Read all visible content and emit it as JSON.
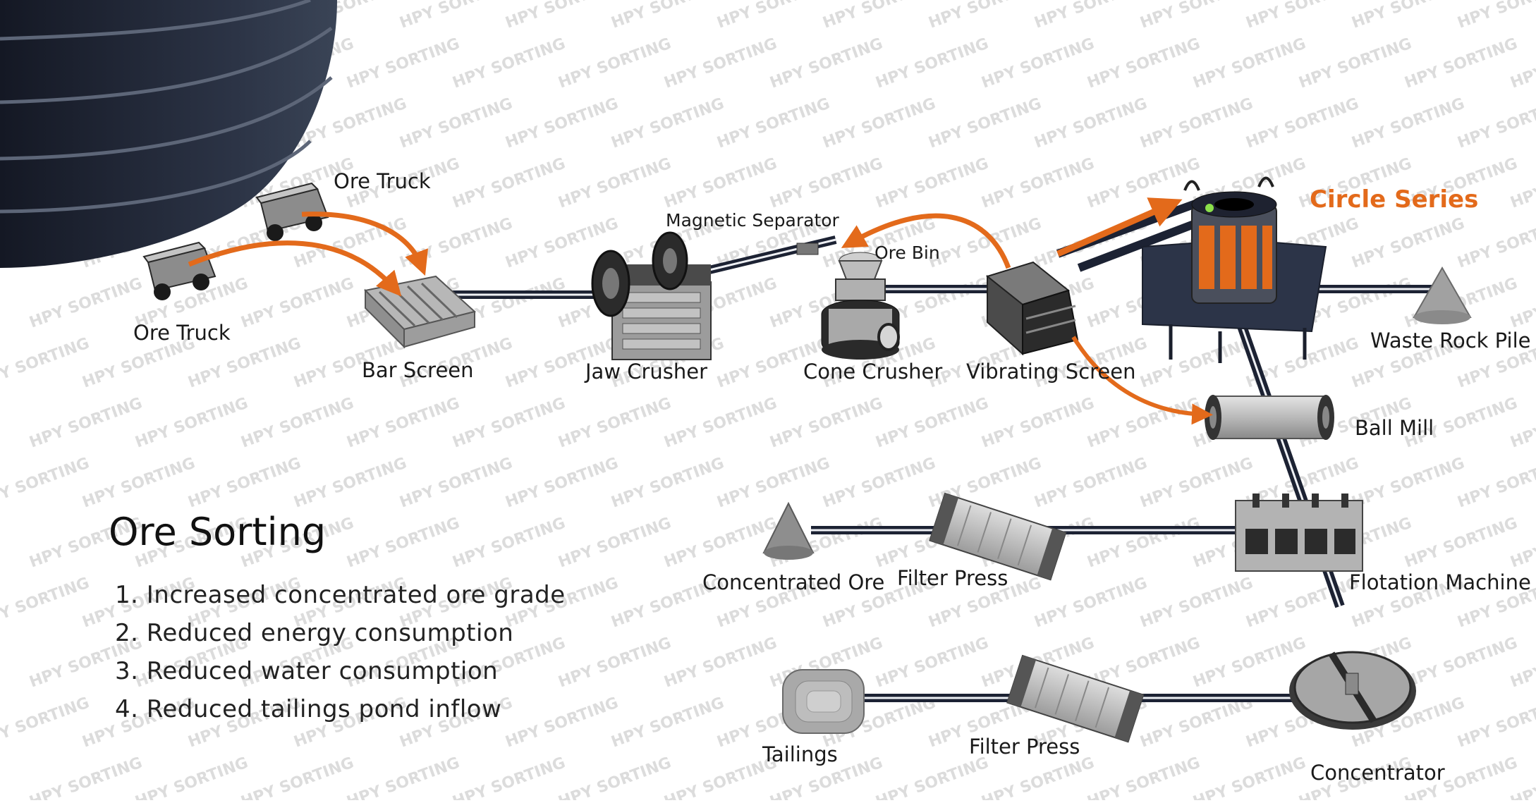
{
  "colors": {
    "arrow": "#e36a1b",
    "belt": "#1c2233",
    "machine": "#a7a7a7",
    "machine_dark": "#3a3a3a",
    "accent": "#e36a1b",
    "platform": "#2c3448",
    "background": "#ffffff"
  },
  "watermark": "HPY SORTING",
  "panel": {
    "title": "Ore Sorting",
    "items": [
      "1. Increased concentrated ore grade",
      "2. Reduced energy consumption",
      "3. Reduced water consumption",
      "4. Reduced tailings pond inflow"
    ]
  },
  "equipment": {
    "ore_truck_top": "Ore Truck",
    "ore_truck_bottom": "Ore Truck",
    "bar_screen": "Bar Screen",
    "magnetic_separator": "Magnetic Separator",
    "jaw_crusher": "Jaw Crusher",
    "ore_bin": "Ore Bin",
    "cone_crusher": "Cone Crusher",
    "vibrating_screen": "Vibrating Screen",
    "circle_series": "Circle Series",
    "waste_rock_pile": "Waste Rock Pile",
    "ball_mill": "Ball Mill",
    "concentrated_ore": "Concentrated Ore",
    "filter_press_top": "Filter Press",
    "flotation_machine": "Flotation Machine",
    "tailings": "Tailings",
    "filter_press_bottom": "Filter Press",
    "concentrator": "Concentrator"
  },
  "icons": {
    "mine_pit": "stepped-open-pit-icon",
    "truck": "dump-truck-icon",
    "sorter": "sorter-machine-icon",
    "pile": "cone-pile-icon"
  }
}
